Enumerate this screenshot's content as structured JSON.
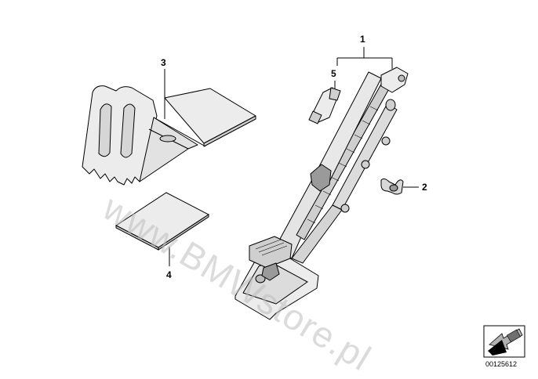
{
  "diagram": {
    "callouts": [
      "1",
      "2",
      "3",
      "4",
      "5"
    ],
    "watermark": "www.BMWstore.pl",
    "doc_number": "00125612",
    "nav_icon": "arrow-left-down-icon"
  },
  "colors": {
    "line": "#000000",
    "fill_light": "#ececec",
    "fill_mid": "#cfcfcf",
    "fill_dark": "#9a9a9a"
  }
}
